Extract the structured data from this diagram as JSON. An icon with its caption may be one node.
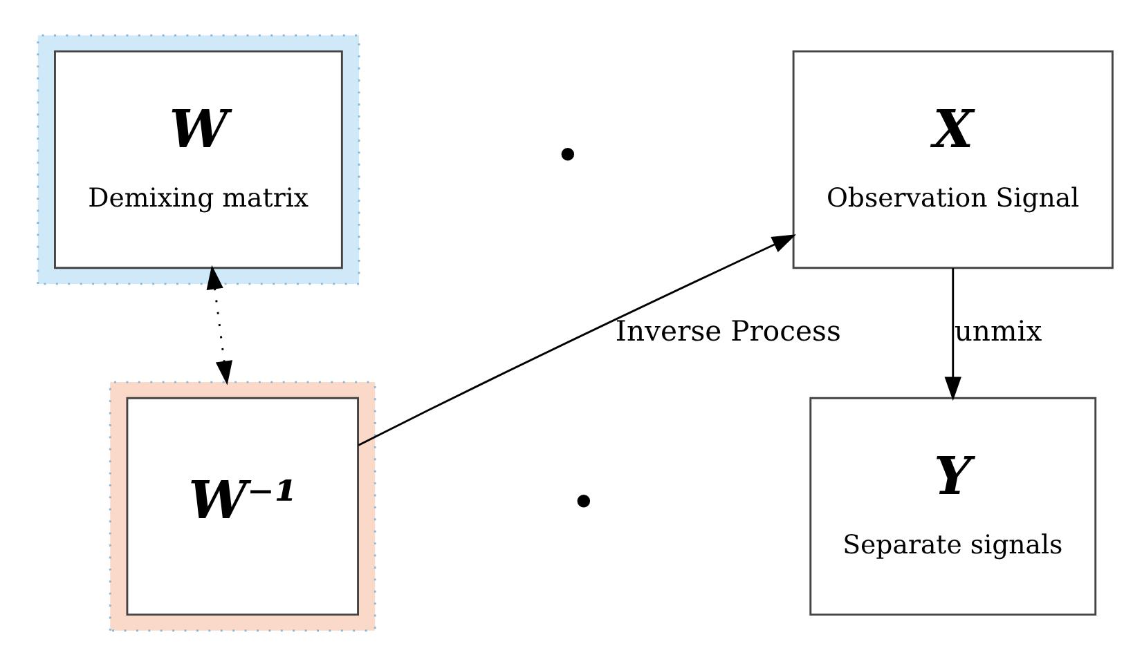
{
  "diagram": {
    "nodes": [
      {
        "text": [],
        "shape": "box"
      },
      {
        "text": [
          "W",
          "Demixing matrix"
        ],
        "in": 0
      },
      {
        "text": [
          "X",
          "Observation Signal"
        ]
      },
      {
        "text": [],
        "shape": "box"
      },
      {
        "text": [
          "W⁻¹"
        ],
        "in": 3
      },
      {
        "text": [
          "Y",
          "Separate signals"
        ]
      }
    ],
    "edges": [
      {
        "from": 2,
        "to": 5,
        "arrow": "to",
        "label": "unmix"
      },
      {
        "from": 4,
        "to": 2,
        "arrow": "to",
        "label": "Inverse Process"
      },
      {
        "from": 1,
        "to": 3,
        "arrow": "both",
        "style": "dashed"
      }
    ],
    "labels": [
      "•",
      "•"
    ]
  }
}
